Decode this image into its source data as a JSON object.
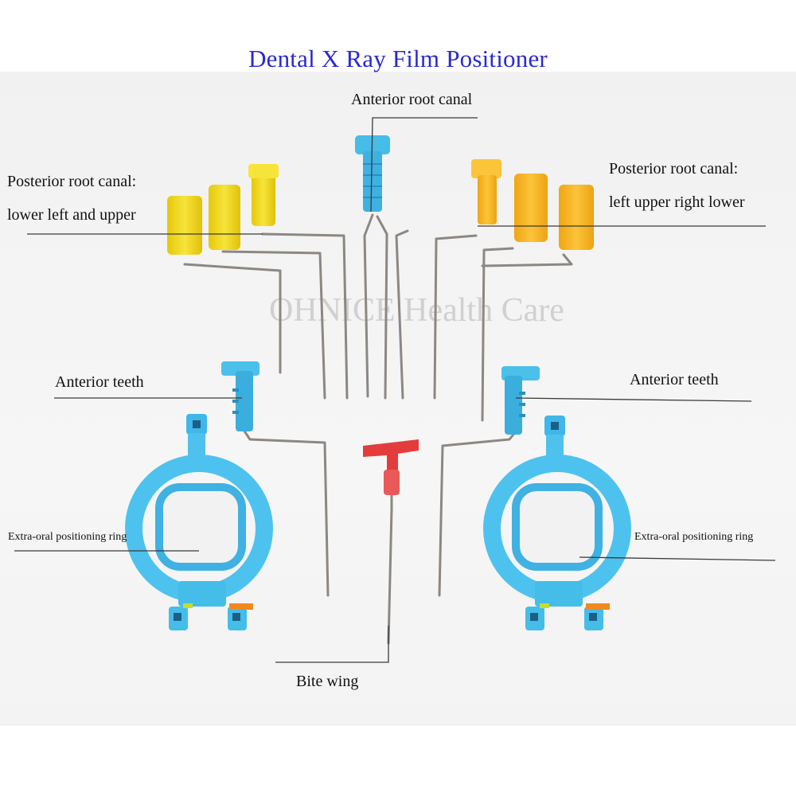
{
  "title": "Dental X Ray Film Positioner",
  "watermark": "OHNICE Health Care",
  "labels": {
    "anterior_root_canal": "Anterior root canal",
    "posterior_left_line1": "Posterior root canal:",
    "posterior_left_line2": "lower left and upper",
    "posterior_right_line1": "Posterior root canal:",
    "posterior_right_line2": "left upper right lower",
    "anterior_teeth_left": "Anterior teeth",
    "anterior_teeth_right": "Anterior teeth",
    "ring_left": "Extra-oral positioning ring",
    "ring_right": "Extra-oral positioning ring",
    "bite_wing": "Bite wing"
  },
  "colors": {
    "title": "#2a2ad0",
    "yellow": "#f2dd18",
    "orange": "#f7b51e",
    "blue": "#3fb7e8",
    "red": "#e63b3b",
    "steel": "#8c8580"
  }
}
